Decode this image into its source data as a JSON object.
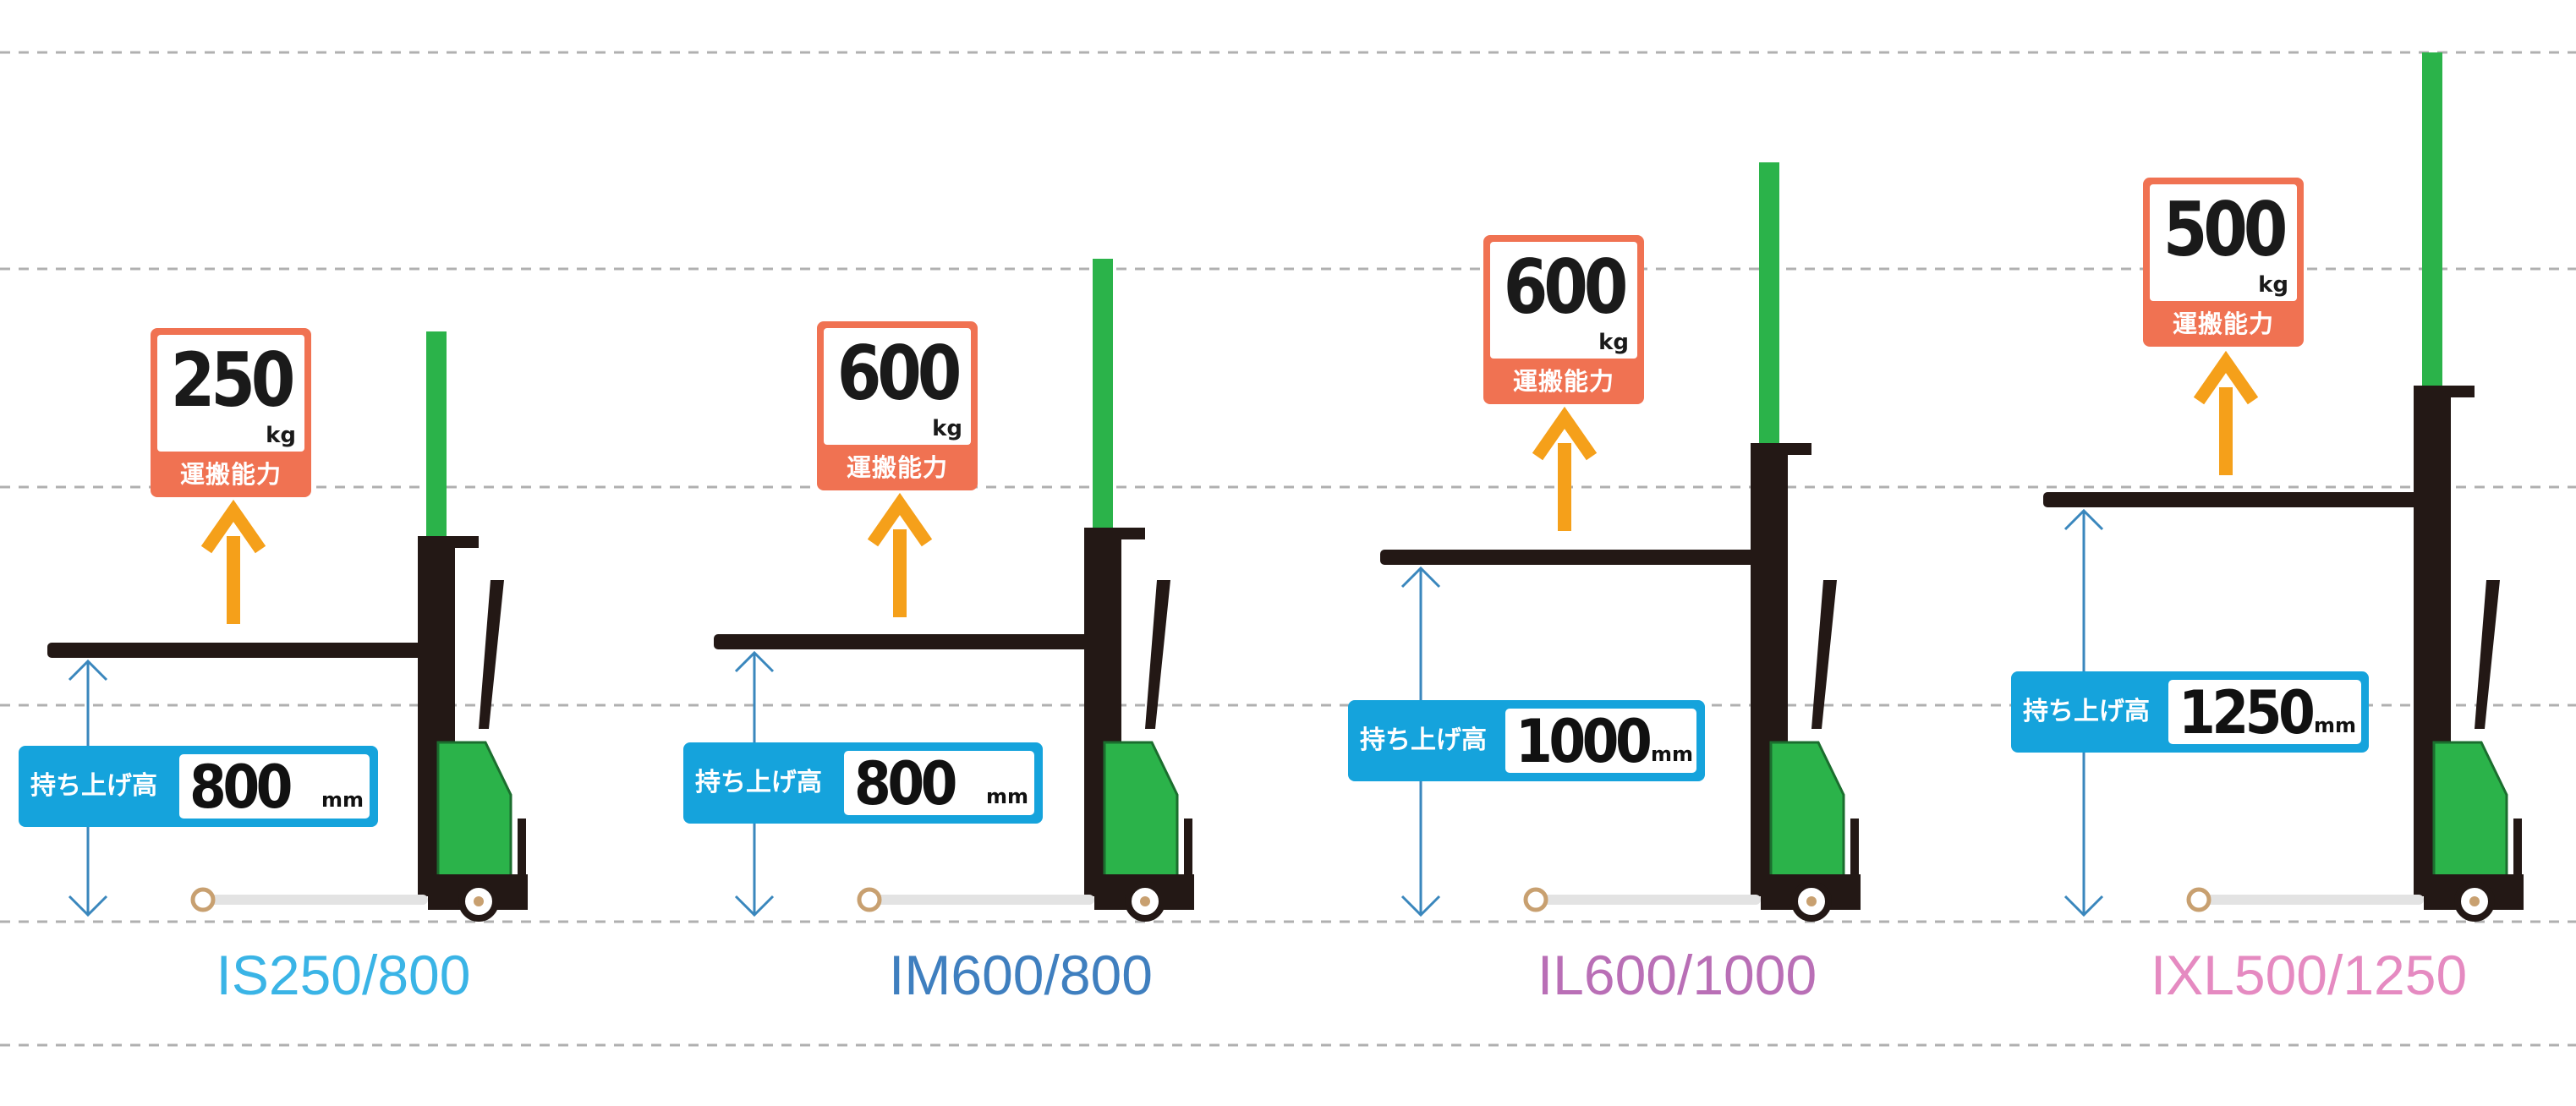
{
  "capacity_label": "運搬能力",
  "lift_label": "持ち上げ高",
  "models": [
    {
      "name": "IS250/800",
      "name_color": "#3ab4e6",
      "capacity": "250",
      "capacity_unit": "kg",
      "lift_height": "800",
      "lift_unit": "mm"
    },
    {
      "name": "IM600/800",
      "name_color": "#3f7fbf",
      "capacity": "600",
      "capacity_unit": "kg",
      "lift_height": "800",
      "lift_unit": "mm"
    },
    {
      "name": "IL600/1000",
      "name_color": "#b96fb6",
      "capacity": "600",
      "capacity_unit": "kg",
      "lift_height": "1000",
      "lift_unit": "mm"
    },
    {
      "name": "IXL500/1250",
      "name_color": "#e58ac1",
      "capacity": "500",
      "capacity_unit": "kg",
      "lift_height": "1250",
      "lift_unit": "mm"
    }
  ],
  "colors": {
    "mast_green": "#2bb34a",
    "body_green": "#2bb34a",
    "frame_black": "#231815",
    "arrow_orange": "#f5a01a",
    "capacity_badge": "#f07252",
    "lift_badge": "#15a3dc",
    "dimension_line": "#3a87bd",
    "gridline": "#b0b0b0"
  }
}
